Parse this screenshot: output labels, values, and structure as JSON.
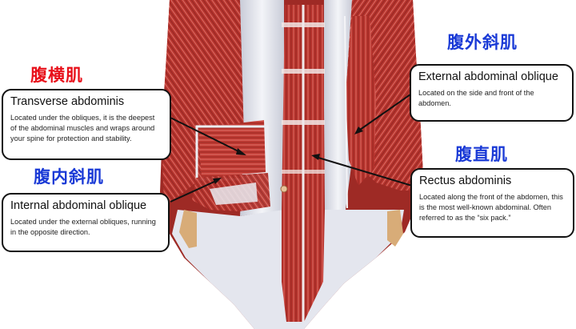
{
  "colors": {
    "chinese_label_red": "#e8101a",
    "chinese_label_blue": "#1a3ad6",
    "muscle_red": "#b8342e",
    "fascia_white": "#e9ebf1",
    "skin_tan": "#d8ac78"
  },
  "labels": {
    "transverse": {
      "chinese": "腹横肌",
      "title": "Transverse abdominis",
      "description": "Located under the obliques, it is the deepest of the abdominal muscles and wraps around your spine for protection and stability."
    },
    "internal": {
      "chinese": "腹内斜肌",
      "title": "Internal abdominal oblique",
      "description": "Located under the external obliques, running in the opposite direction."
    },
    "external": {
      "chinese": "腹外斜肌",
      "title": "External abdominal oblique",
      "description": "Located on the side and front of the abdomen."
    },
    "rectus": {
      "chinese": "腹直肌",
      "title": "Rectus abdominis",
      "description": "Located along the front of the abdomen, this is the most well-known abdominal. Often referred to as the “six pack.”"
    }
  }
}
